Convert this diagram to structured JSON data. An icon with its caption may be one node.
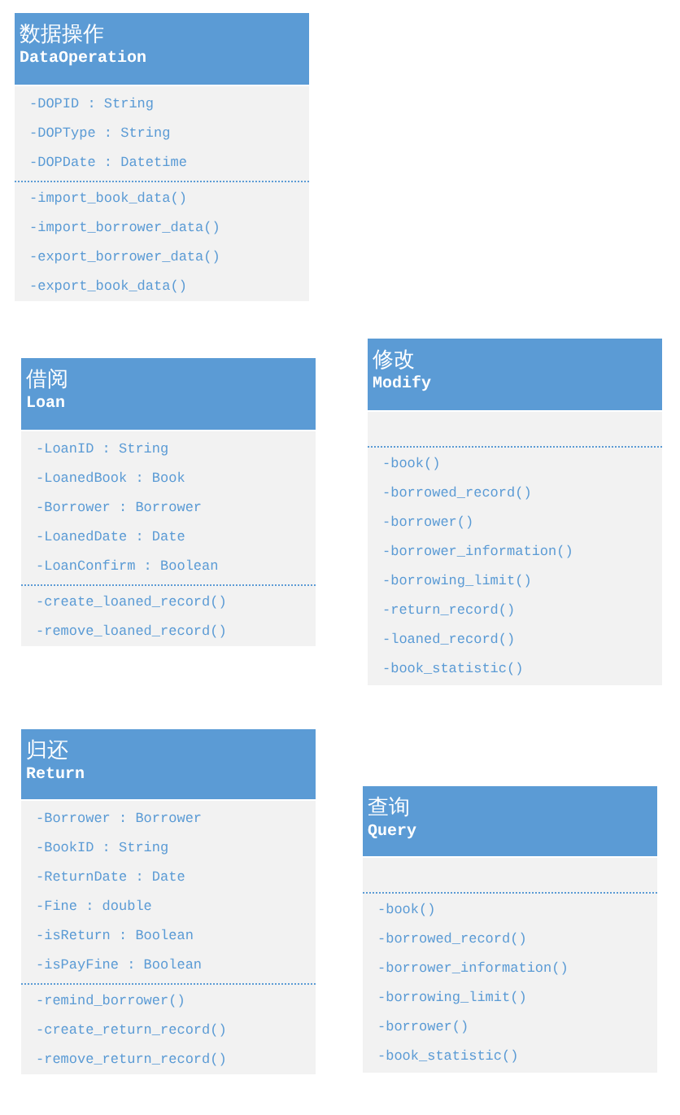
{
  "diagram": {
    "nodes": [
      {
        "text": [
          "数据操作",
          "DataOperation"
        ]
      },
      {
        "text": [
          "-DOPID : String",
          "-DOPType : String",
          "-DOPDate : Datetime"
        ],
        "in": 0
      },
      {
        "text": [
          "-import_book_data()",
          "-import_borrower_data()",
          "-export_borrower_data()",
          "-export_book_data()"
        ],
        "in": 0
      },
      {
        "text": [
          "借阅",
          "Loan"
        ]
      },
      {
        "text": [
          "-LoanID : String",
          "-LoanedBook : Book",
          "-Borrower : Borrower",
          "-LoanedDate : Date",
          "-LoanConfirm : Boolean"
        ],
        "in": 3
      },
      {
        "text": [
          "-create_loaned_record()",
          "-remove_loaned_record()"
        ],
        "in": 3
      },
      {
        "text": [
          "修改",
          "Modify"
        ]
      },
      {
        "text": [],
        "shape": "box",
        "in": 6
      },
      {
        "text": [
          "-book()",
          "-borrowed_record()",
          "-borrower()",
          "-borrower_information()",
          "-borrowing_limit()",
          "-return_record()",
          "-loaned_record()",
          "-book_statistic()"
        ],
        "in": 6
      },
      {
        "text": [
          "归还",
          "Return"
        ]
      },
      {
        "text": [
          "-Borrower : Borrower",
          "-BookID : String",
          "-ReturnDate : Date",
          "-Fine : double",
          "-isReturn : Boolean",
          "-isPayFine : Boolean"
        ],
        "in": 9
      },
      {
        "text": [
          "-remind_borrower()",
          "-create_return_record()",
          "-remove_return_record()"
        ],
        "in": 9
      },
      {
        "text": [
          "查询",
          "Query"
        ]
      },
      {
        "text": [],
        "shape": "box",
        "in": 12
      },
      {
        "text": [
          "-book()",
          "-borrowed_record()",
          "-borrower_information()",
          "-borrowing_limit()",
          "-borrower()",
          "-book_statistic()"
        ],
        "in": 12
      }
    ]
  }
}
